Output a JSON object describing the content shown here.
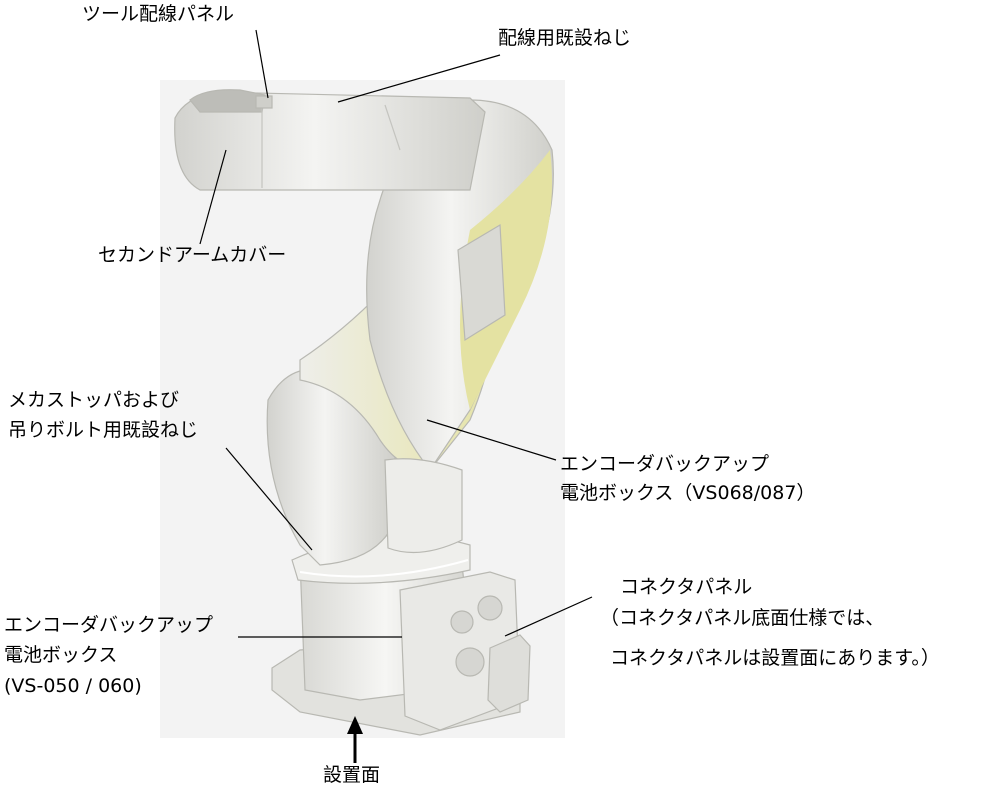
{
  "labels": {
    "tool_wiring_panel": "ツール配線パネル",
    "wiring_tapped_screw": "配線用既設ねじ",
    "second_arm_cover": "セカンドアームカバー",
    "mech_stopper_line1": "メカストッパおよび",
    "mech_stopper_line2": "吊りボルト用既設ねじ",
    "encoder_box_upper_line1": "エンコーダバックアップ",
    "encoder_box_upper_line2": "電池ボックス（VS068/087）",
    "connector_panel_line1": "コネクタパネル",
    "connector_panel_line2": "（コネクタパネル底面仕様では、",
    "connector_panel_line3": "コネクタパネルは設置面にあります。）",
    "encoder_box_lower_line1": "エンコーダバックアップ",
    "encoder_box_lower_line2": "電池ボックス",
    "encoder_box_lower_line3": "(VS-050 / 060)",
    "mounting_surface": "設置面"
  },
  "colors": {
    "robot_body": "#ececea",
    "robot_shade": "#c9c9c4",
    "highlight_yellow": "#e8e6a8",
    "background_panel": "#f3f3f3",
    "line": "#000000"
  }
}
